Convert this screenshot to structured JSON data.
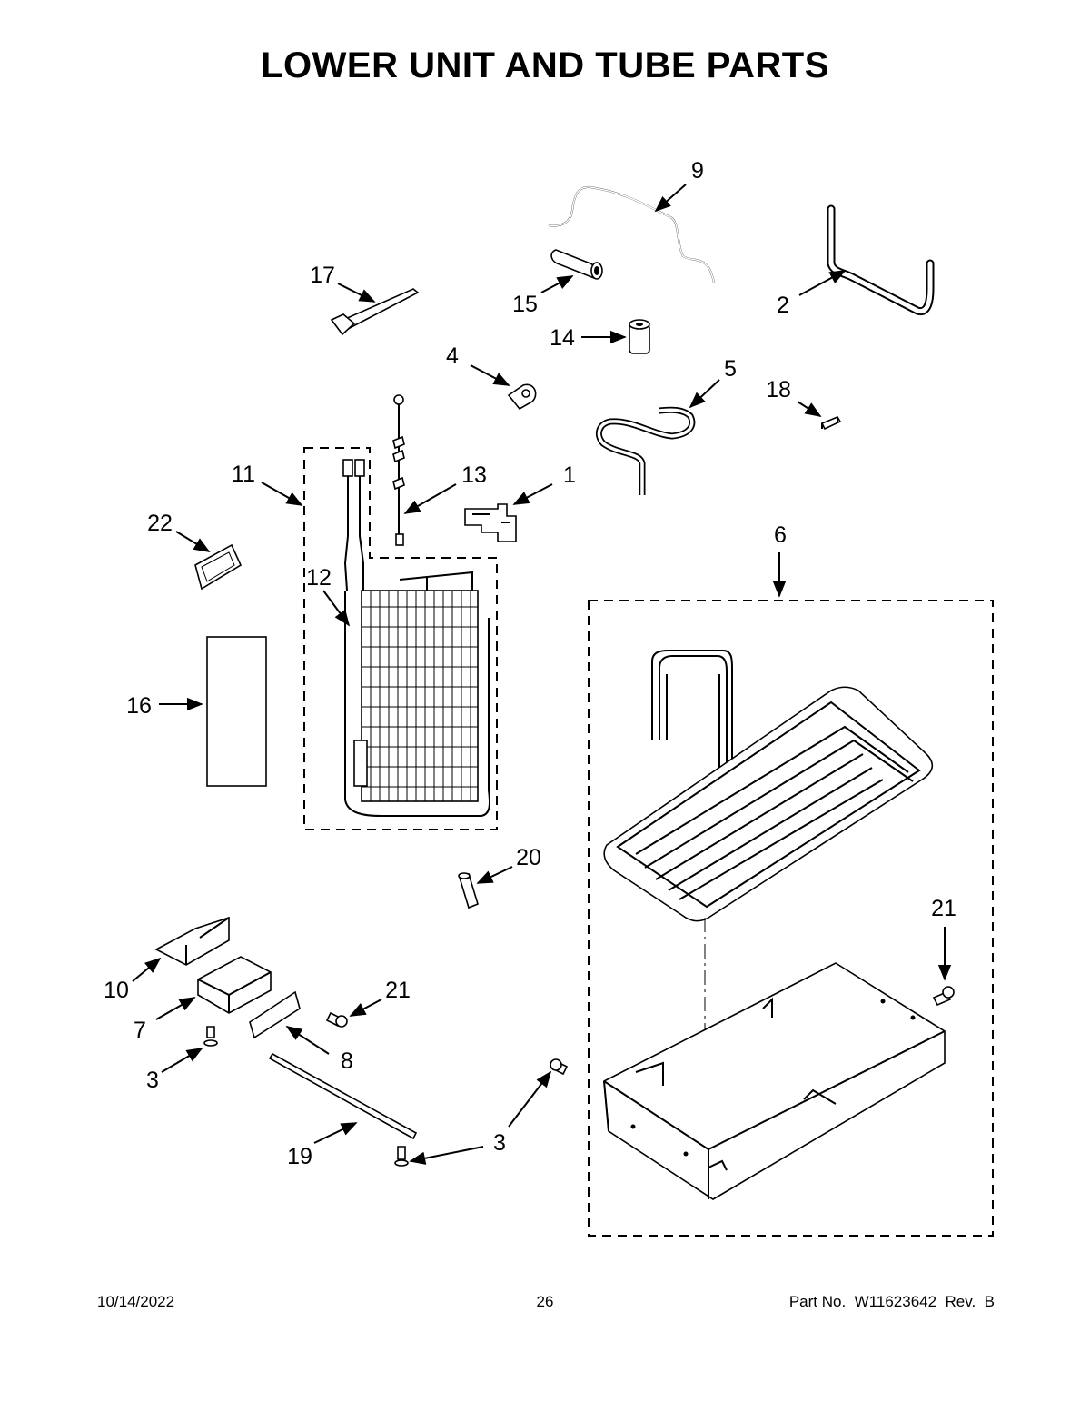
{
  "title": "LOWER UNIT AND TUBE PARTS",
  "footer": {
    "date": "10/14/2022",
    "page": "26",
    "part": "Part No.  W11623642  Rev.  B"
  },
  "callouts": {
    "c1": "1",
    "c2": "2",
    "c3a": "3",
    "c3b": "3",
    "c4": "4",
    "c5": "5",
    "c6": "6",
    "c7": "7",
    "c8": "8",
    "c9": "9",
    "c10": "10",
    "c11": "11",
    "c12": "12",
    "c13": "13",
    "c14": "14",
    "c15": "15",
    "c16": "16",
    "c17": "17",
    "c18": "18",
    "c19": "19",
    "c20": "20",
    "c21a": "21",
    "c21b": "21",
    "c22": "22"
  }
}
